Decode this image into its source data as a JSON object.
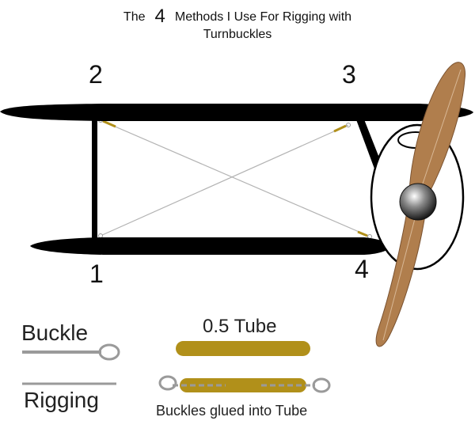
{
  "title": {
    "prefix": "The",
    "number": "4",
    "rest": "Methods I Use For Rigging with",
    "line2": "Turnbuckles"
  },
  "points": [
    "1",
    "2",
    "3",
    "4"
  ],
  "legend": {
    "buckle": "Buckle",
    "rigging": "Rigging",
    "tube": "0.5 Tube",
    "glued": "Buckles glued into Tube"
  },
  "colors": {
    "wing": "#000000",
    "wire": "#b3b3b3",
    "buckle_ring": "#9a9a9a",
    "tube": "#b1901a",
    "propeller": "#b07e4d",
    "spinner": "#777777"
  }
}
